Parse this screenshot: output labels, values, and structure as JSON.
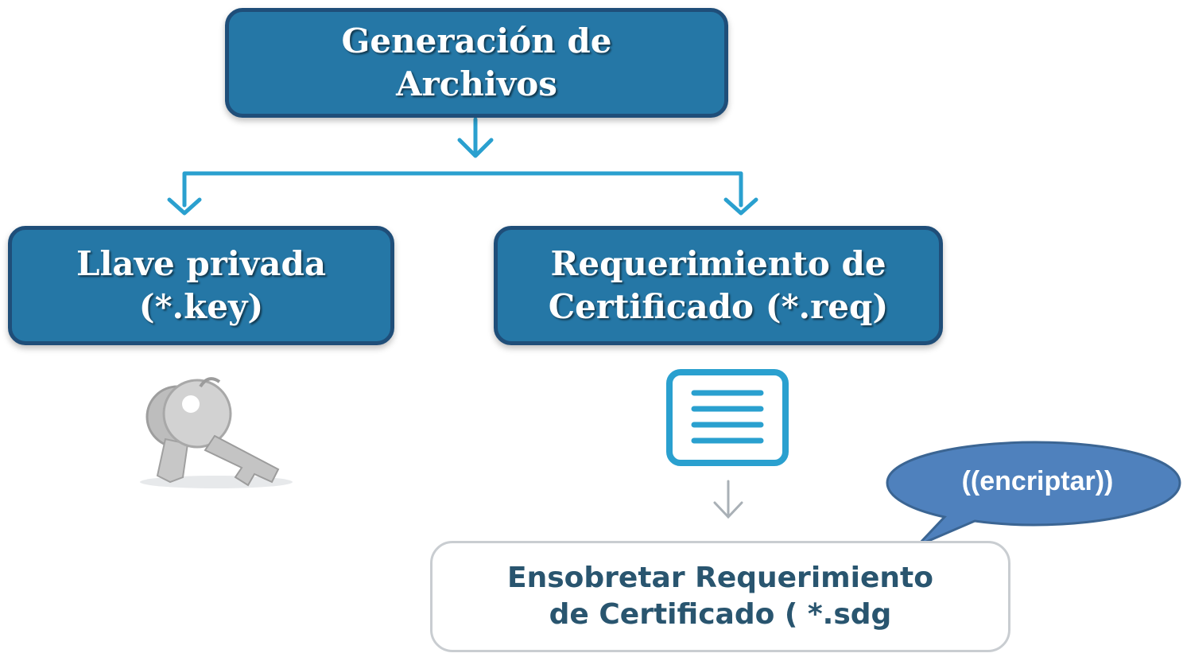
{
  "diagram": {
    "root": {
      "line1": "Generación de",
      "line2": "Archivos"
    },
    "left": {
      "line1": "Llave privada",
      "line2": "(*.key)"
    },
    "right": {
      "line1": "Requerimiento de",
      "line2": "Certificado  (*.req)"
    },
    "bottom": {
      "line1": "Ensobretar Requerimiento",
      "line2": "de Certificado ( *.sdg"
    },
    "callout": {
      "text": "((encriptar))"
    },
    "icons": {
      "left": "key-icon",
      "right": "document-icon"
    }
  },
  "colors": {
    "box_fill": "#2577a6",
    "box_border": "#1f4e79",
    "connector": "#2aa0cf",
    "callout_fill": "#4f81bd",
    "bottom_text": "#29556f"
  }
}
